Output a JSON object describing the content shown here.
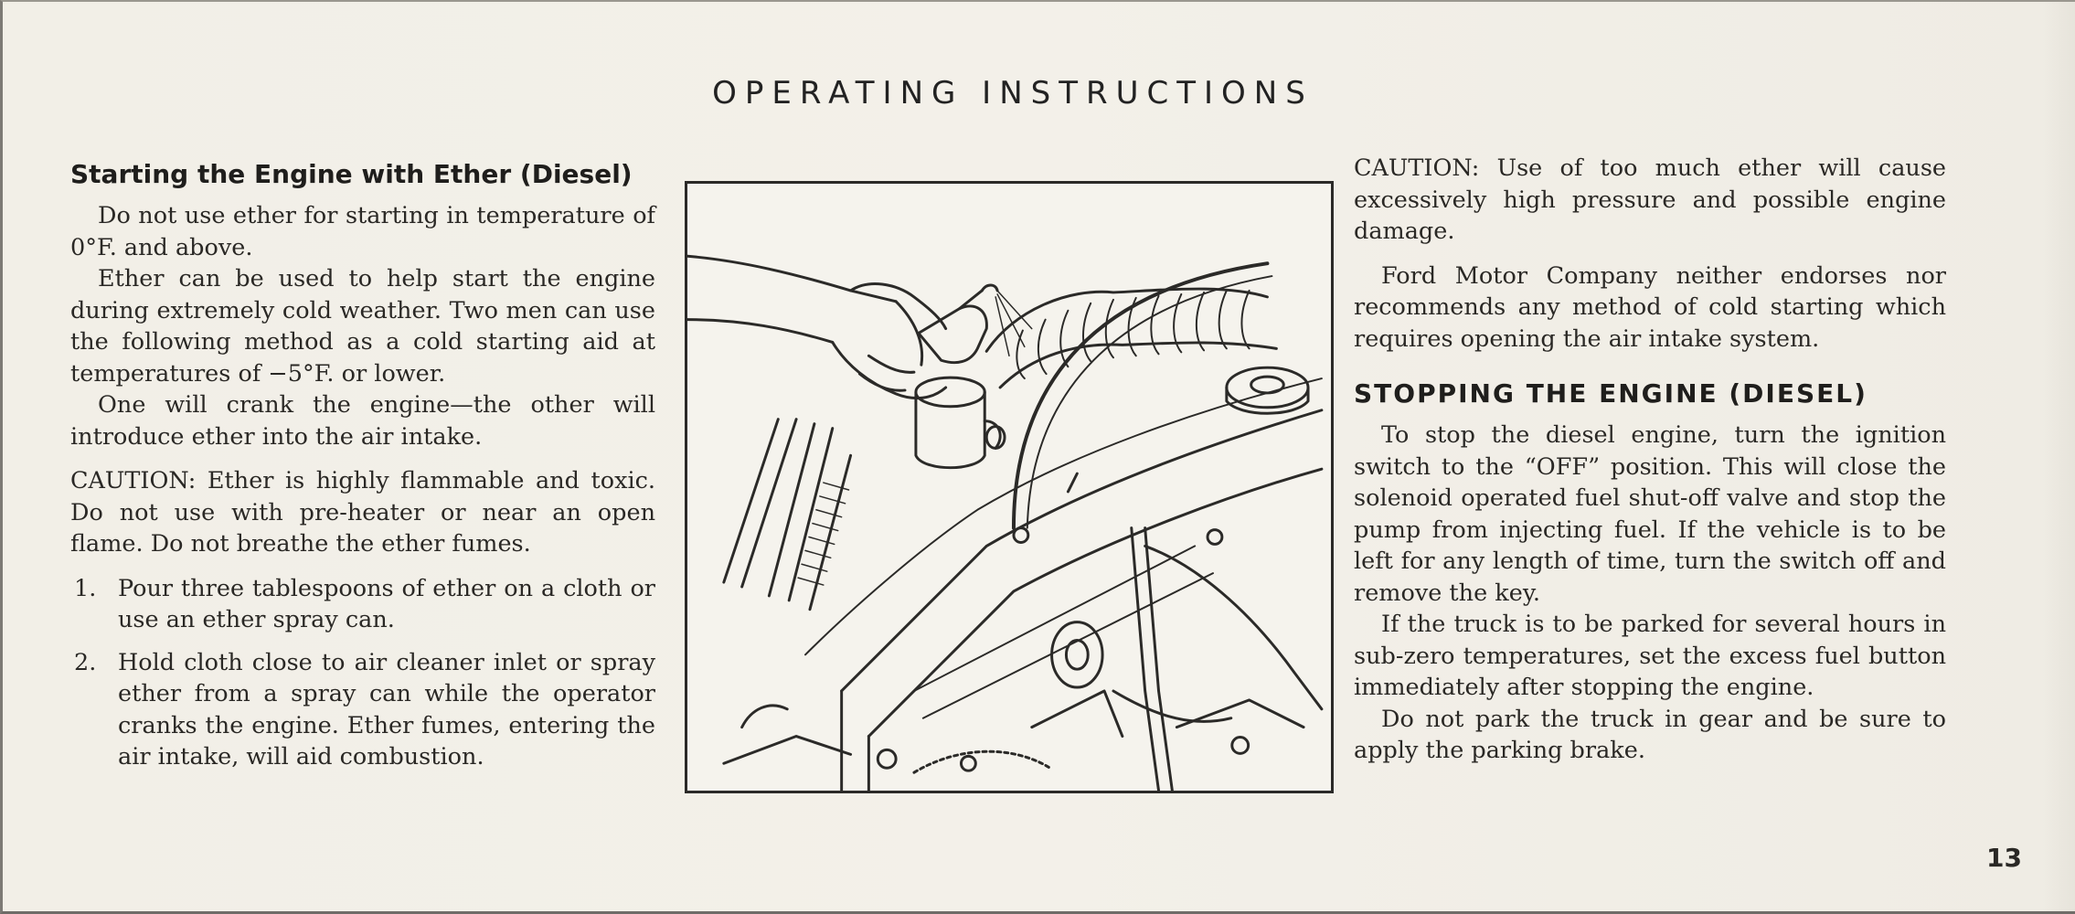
{
  "page": {
    "title": "OPERATING INSTRUCTIONS",
    "page_number": "13"
  },
  "left": {
    "heading": "Starting the Engine with Ether (Diesel)",
    "p1": "Do not use ether for starting in temperature of 0°F. and above.",
    "p2": "Ether can be used to help start the engine during extremely cold weather. Two men can use the following method as a cold starting aid at temperatures of −5°F. or lower.",
    "p3": "One will crank the engine—the other will introduce ether into the air intake.",
    "caution": "CAUTION: Ether is highly flammable and toxic. Do not use with pre-heater or near an open flame. Do not breathe the ether fumes.",
    "steps": [
      {
        "num": "1.",
        "text": "Pour three tablespoons of ether on a cloth or use an ether spray can."
      },
      {
        "num": "2.",
        "text": "Hold cloth close to air cleaner inlet or spray ether from a spray can while the operator cranks the engine. Ether fumes, entering the air intake, will aid combustion."
      }
    ]
  },
  "right": {
    "caution": "CAUTION: Use of too much ether will cause excessively high pressure and possible engine damage.",
    "ford": "Ford Motor Company neither endorses nor recommends any method of cold starting which requires opening the air intake system.",
    "heading": "STOPPING THE ENGINE (DIESEL)",
    "s1": "To stop the diesel engine, turn the ignition switch to the “OFF” position. This will close the solenoid operated fuel shut-off valve and stop the pump from injecting fuel. If the vehicle is to be left for any length of time, turn the switch off and remove the key.",
    "s2": "If the truck is to be parked for several hours in sub-zero temperatures, set the excess fuel button immediately after stopping the engine.",
    "s3": "Do not park the truck in gear and be sure to apply the parking brake."
  },
  "colors": {
    "paper": "#f2efe7",
    "ink": "#2a2825"
  }
}
